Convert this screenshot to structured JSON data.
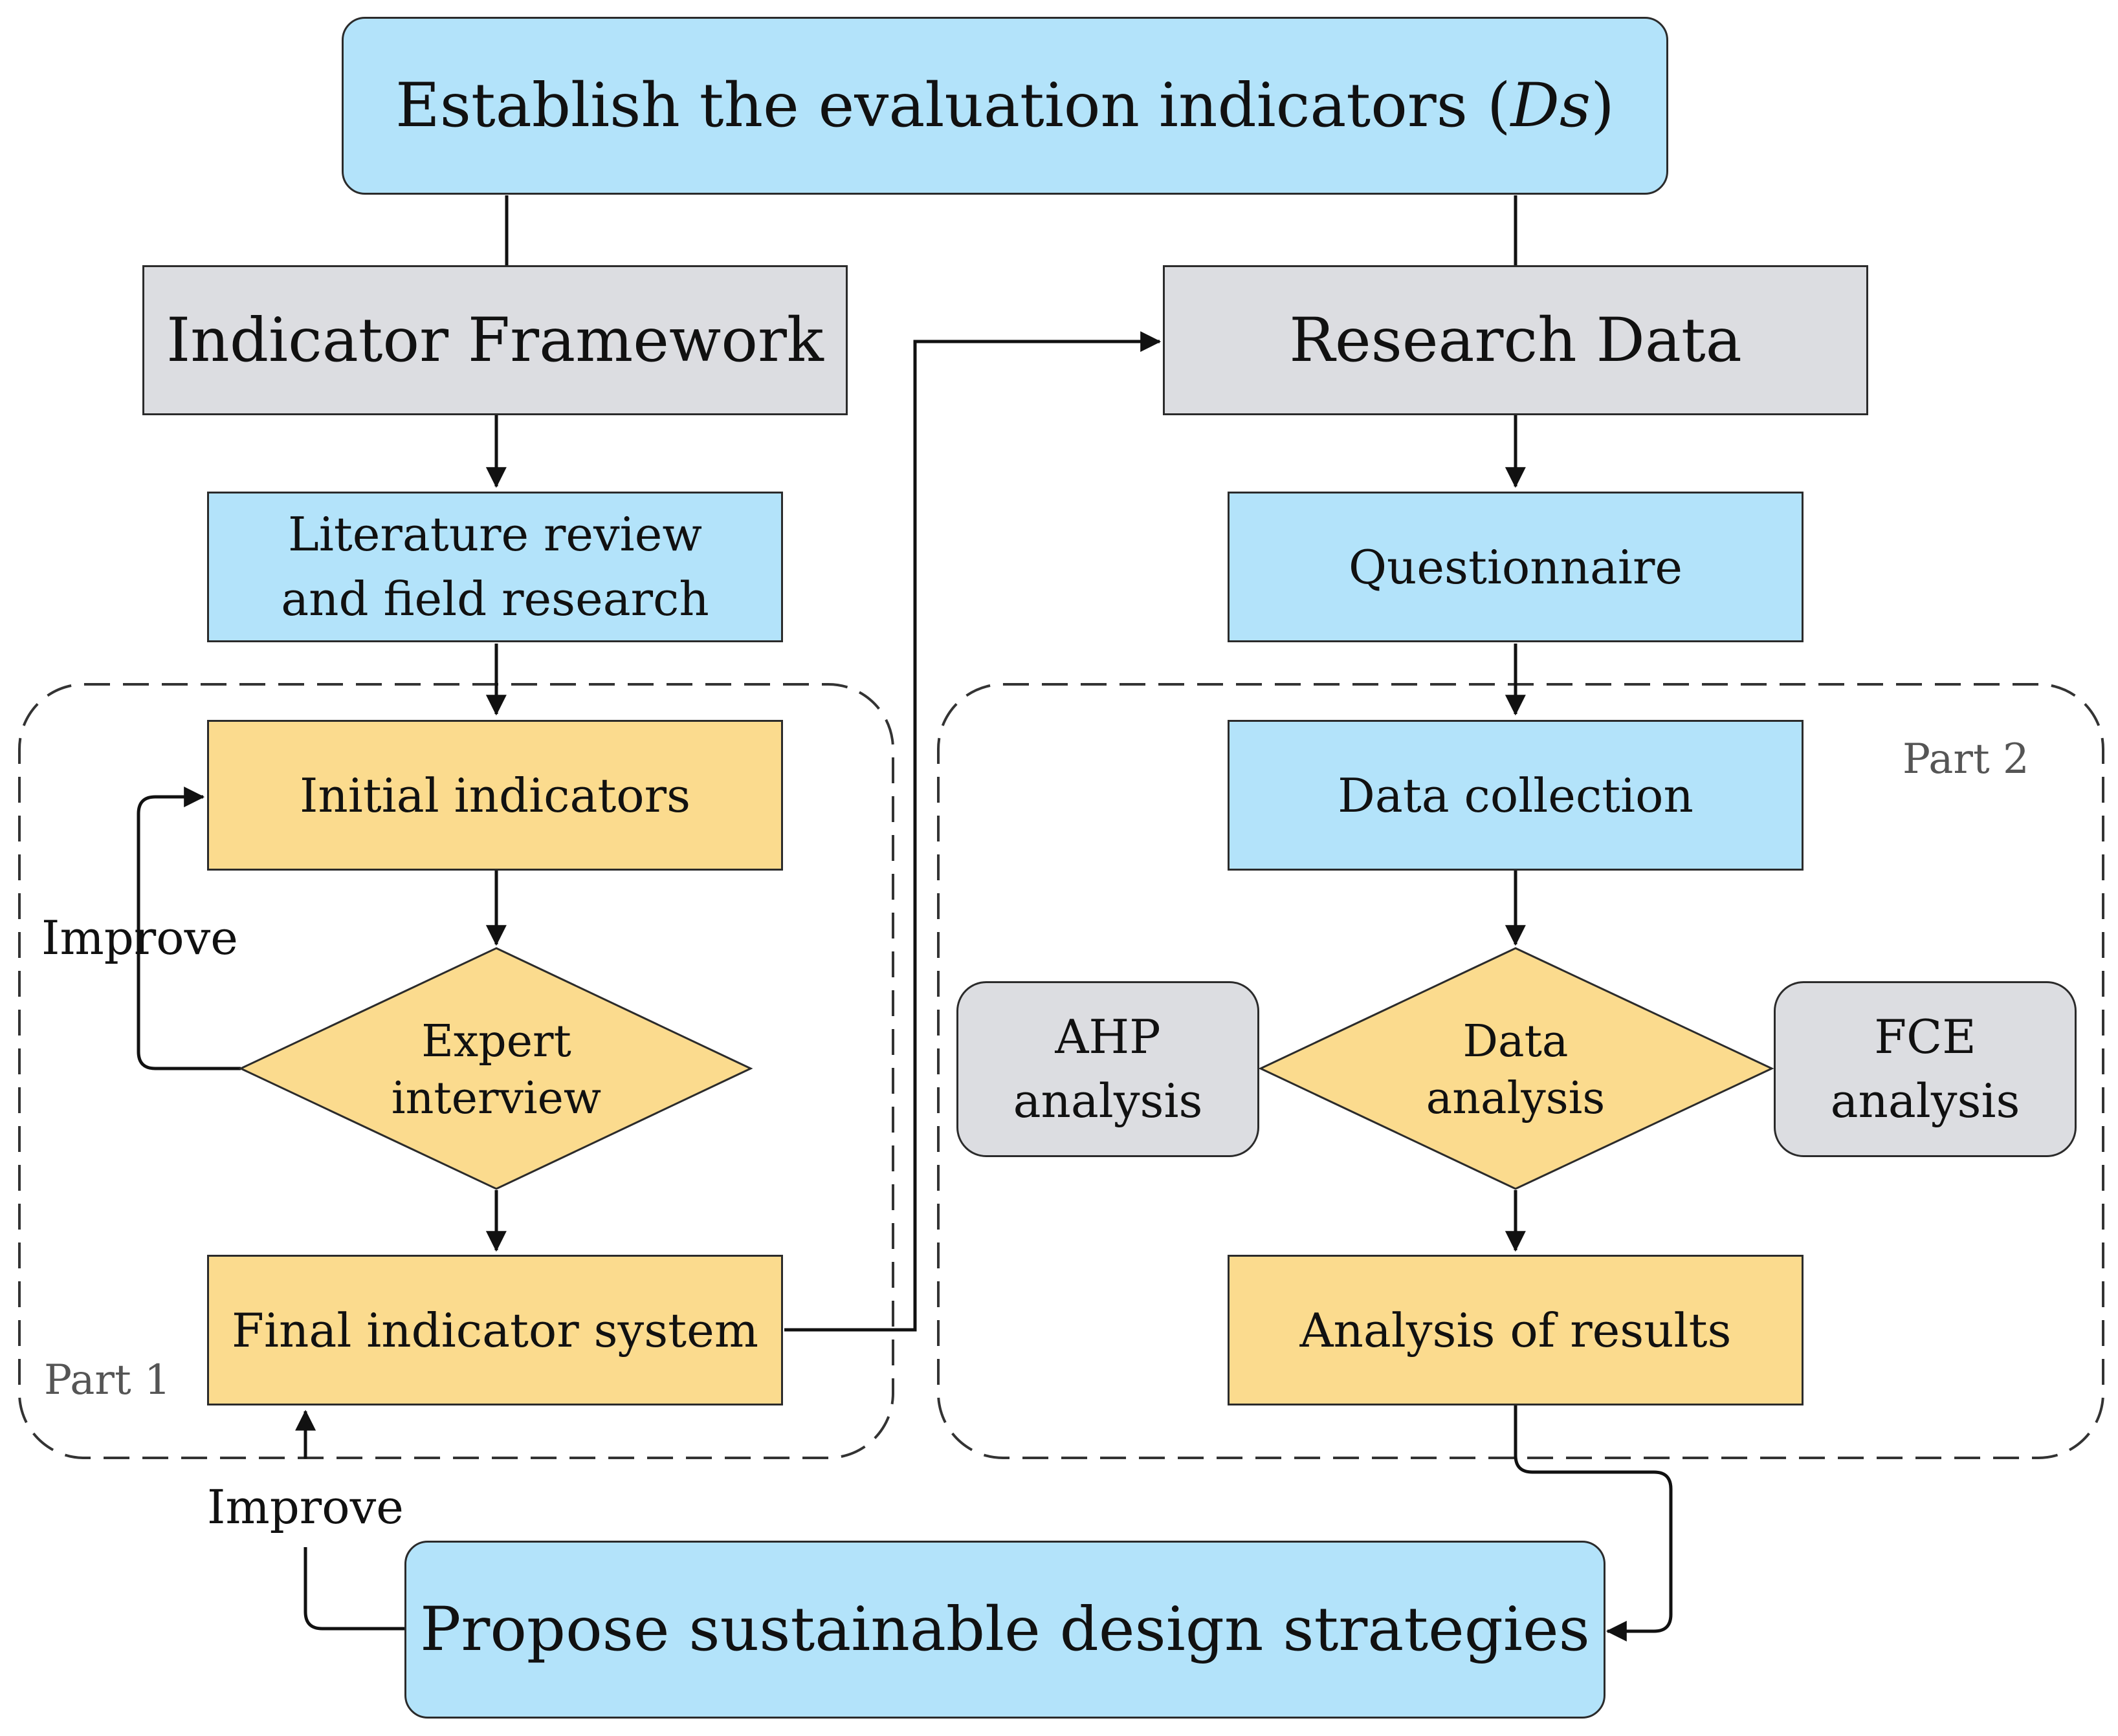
{
  "top": {
    "text_main": "Establish the evaluation indicators (",
    "text_italic": "Ds",
    "text_close": ")"
  },
  "left": {
    "header": "Indicator Framework",
    "literature": "Literature review\nand  field research",
    "initial": "Initial indicators",
    "expert": "Expert\ninterview",
    "final": "Final indicator system",
    "improve_top": "Improve",
    "improve_bottom": "Improve",
    "part": "Part 1"
  },
  "right": {
    "header": "Research Data",
    "questionnaire": "Questionnaire",
    "collection": "Data collection",
    "analysis": "Data\nanalysis",
    "ahp": "AHP\nanalysis",
    "fce": "FCE\nanalysis",
    "results": "Analysis of results",
    "part": "Part 2"
  },
  "bottom": {
    "text": "Propose sustainable design strategies"
  },
  "colors": {
    "blue": "#b3e3fa",
    "grey": "#dcdde1",
    "gold": "#fbdb8e",
    "line": "#111111",
    "dashed": "#333333"
  }
}
